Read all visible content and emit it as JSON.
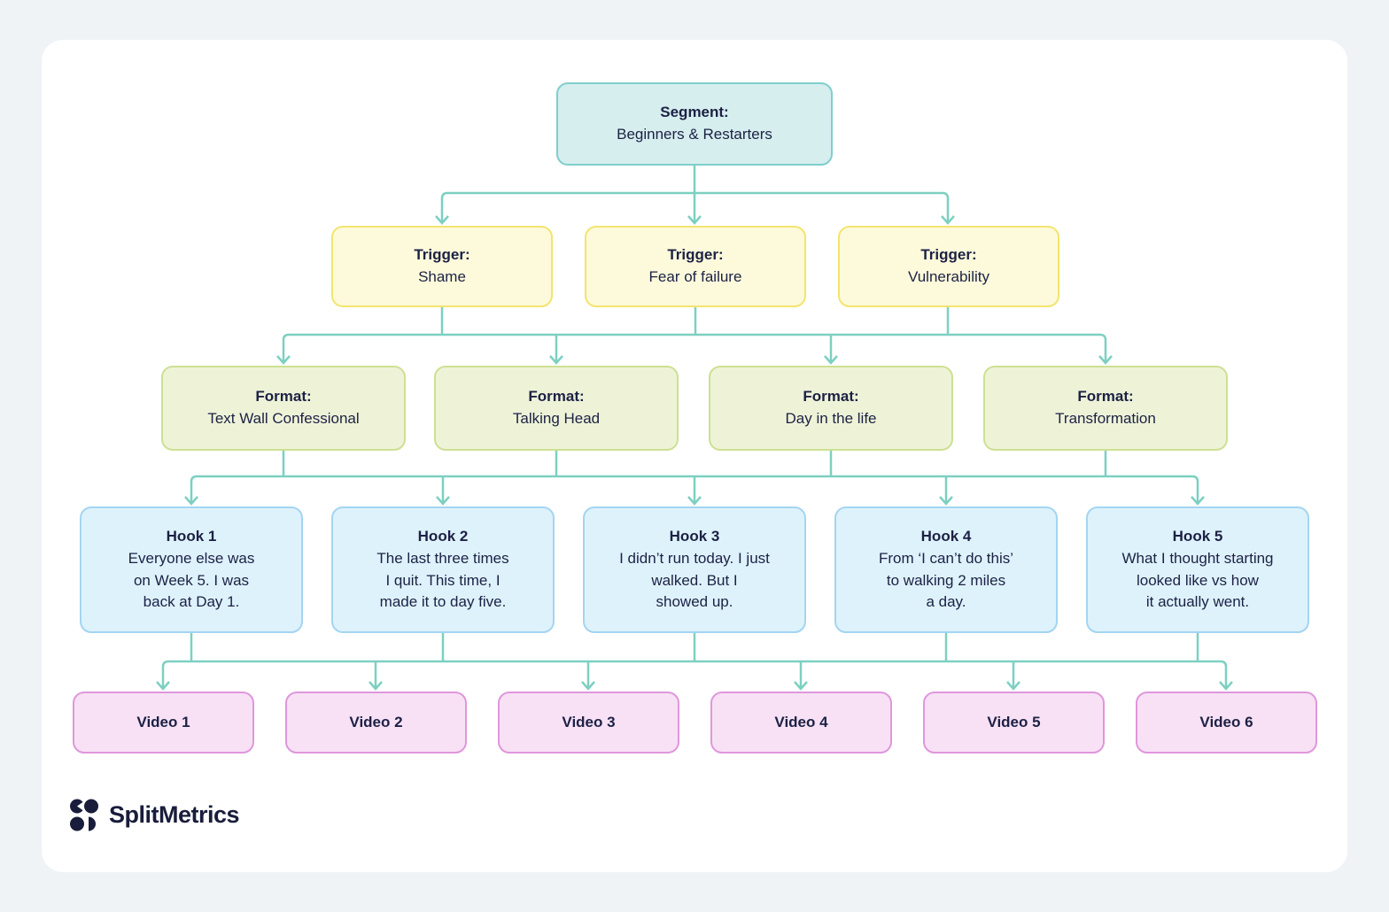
{
  "diagram": {
    "segment": {
      "title": "Segment:",
      "subtitle": "Beginners & Restarters"
    },
    "triggers": [
      {
        "title": "Trigger:",
        "subtitle": "Shame"
      },
      {
        "title": "Trigger:",
        "subtitle": "Fear of failure"
      },
      {
        "title": "Trigger:",
        "subtitle": "Vulnerability"
      }
    ],
    "formats": [
      {
        "title": "Format:",
        "subtitle": "Text Wall Confessional"
      },
      {
        "title": "Format:",
        "subtitle": "Talking Head"
      },
      {
        "title": "Format:",
        "subtitle": "Day in the life"
      },
      {
        "title": "Format:",
        "subtitle": "Transformation"
      }
    ],
    "hooks": [
      {
        "title": "Hook 1",
        "body": "Everyone else was\non Week 5. I was\nback at Day 1."
      },
      {
        "title": "Hook 2",
        "body": "The last three times\nI quit. This time, I\nmade it to day five."
      },
      {
        "title": "Hook 3",
        "body": "I didn’t run today. I just\nwalked. But I\nshowed up."
      },
      {
        "title": "Hook 4",
        "body": "From ‘I can’t do this’\nto walking 2 miles\na day."
      },
      {
        "title": "Hook 5",
        "body": "What I thought starting\nlooked like vs how\nit actually went."
      }
    ],
    "videos": [
      {
        "label": "Video 1"
      },
      {
        "label": "Video 2"
      },
      {
        "label": "Video 3"
      },
      {
        "label": "Video 4"
      },
      {
        "label": "Video 5"
      },
      {
        "label": "Video 6"
      }
    ]
  },
  "branding": {
    "name": "SplitMetrics"
  },
  "colors": {
    "page_background": "#eff3f6",
    "card_background": "#ffffff",
    "connector": "#7dd0c1",
    "text": "#1c2144",
    "segment_fill": "#d6eeee",
    "segment_border": "#7fcecb",
    "trigger_fill": "#fdfadb",
    "trigger_border": "#f4e46e",
    "format_fill": "#eef3d8",
    "format_border": "#cde092",
    "hook_fill": "#def2fc",
    "hook_border": "#a3d5f1",
    "video_fill": "#f8e1f5",
    "video_border": "#df97dc",
    "logo": "#191d3b"
  }
}
